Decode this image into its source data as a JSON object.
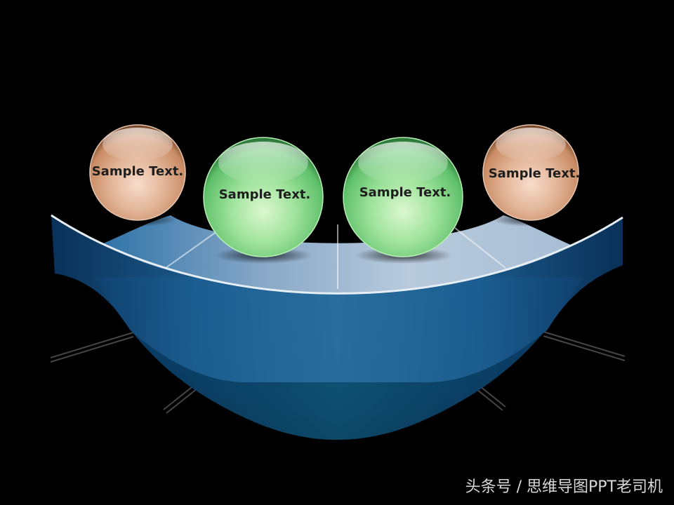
{
  "diagram": {
    "balls": [
      {
        "label": "Sample Text.",
        "color": "orange"
      },
      {
        "label": "Sample Text.",
        "color": "green"
      },
      {
        "label": "Sample Text.",
        "color": "green"
      },
      {
        "label": "Sample Text.",
        "color": "orange"
      }
    ],
    "colors": {
      "background": "#000000",
      "bowl_dark": "#0b3a66",
      "bowl_mid": "#125f8a",
      "bowl_light": "#2f78aa",
      "band": "#a9bfd6",
      "ball_green": "#7fd98a",
      "ball_orange": "#d9a07c"
    }
  },
  "watermark": "头条号 / 思维导图PPT老司机"
}
